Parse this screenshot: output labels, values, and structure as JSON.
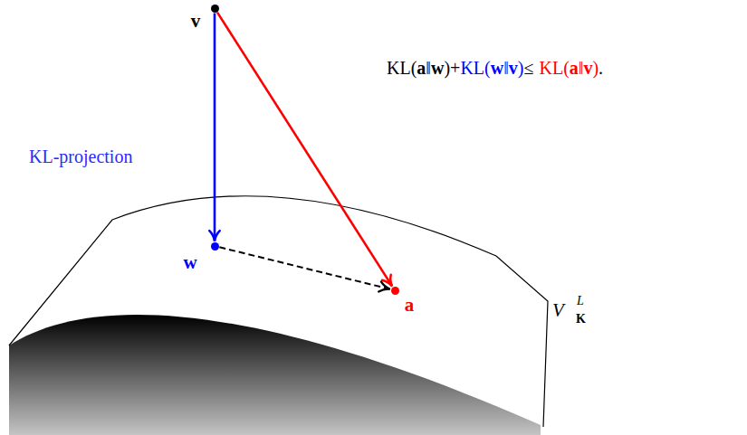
{
  "diagram": {
    "nodes": [
      {
        "text": [
          "v"
        ]
      },
      {
        "text": [
          "w"
        ]
      },
      {
        "text": [
          "a"
        ]
      }
    ],
    "edges": [
      {
        "from": 0,
        "to": 1,
        "arrow": "to",
        "label": "KL-projection"
      },
      {
        "from": 0,
        "to": 2,
        "arrow": "to"
      },
      {
        "from": 1,
        "to": 2,
        "arrow": "to"
      }
    ],
    "labels": [
      "KL(a‖w)+",
      "KL(w‖v)",
      "≤",
      "KL(a‖v)",
      ".",
      "V",
      "L",
      "K"
    ]
  }
}
